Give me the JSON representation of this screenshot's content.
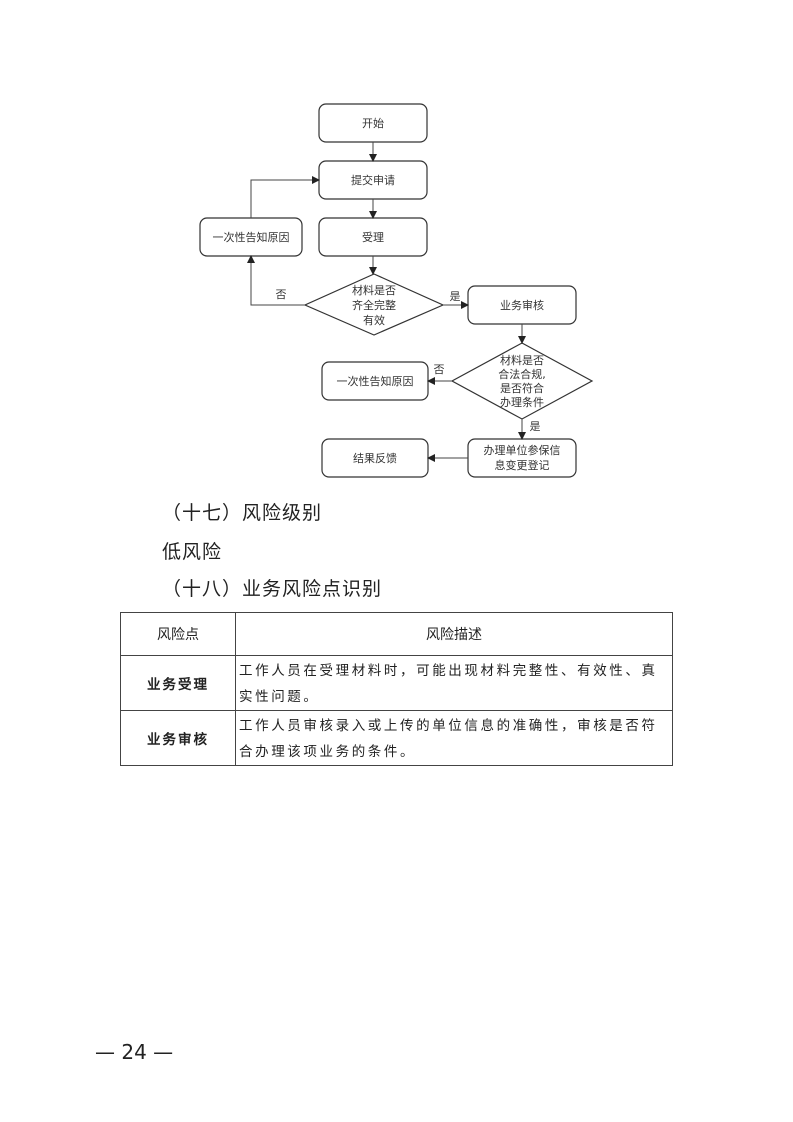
{
  "flowchart": {
    "start": "开始",
    "submit": "提交申请",
    "accept": "受理",
    "notify_reason_1": "一次性告知原因",
    "decision_1": [
      "材料是否",
      "齐全完整",
      "有效"
    ],
    "no_label_1": "否",
    "yes_label_1": "是",
    "audit": "业务审核",
    "decision_2": [
      "材料是否",
      "合法合规,",
      "是否符合",
      "办理条件"
    ],
    "no_label_2": "否",
    "yes_label_2": "是",
    "notify_reason_2": "一次性告知原因",
    "register": [
      "办理单位参保信",
      "息变更登记"
    ],
    "feedback": "结果反馈"
  },
  "section17": {
    "heading": "（十七）风险级别",
    "content": "低风险"
  },
  "section18": {
    "heading": "（十八）业务风险点识别"
  },
  "risk_table": {
    "headers": [
      "风险点",
      "风险描述"
    ],
    "rows": [
      {
        "point": "业务受理",
        "description": "工作人员在受理材料时，可能出现材料完整性、有效性、真实性问题。"
      },
      {
        "point": "业务审核",
        "description": "工作人员审核录入或上传的单位信息的准确性，审核是否符合办理该项业务的条件。"
      }
    ]
  },
  "page_number": "— 24 —"
}
